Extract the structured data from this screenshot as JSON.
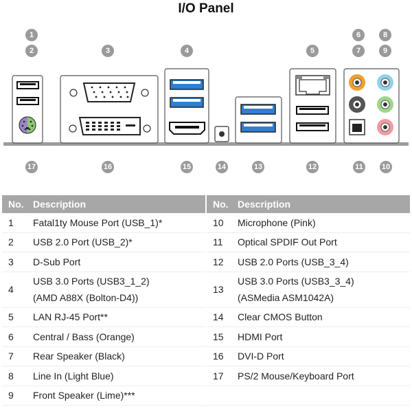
{
  "title": "I/O Panel",
  "table_headers": {
    "no": "No.",
    "description": "Description"
  },
  "left_rows": [
    {
      "no": "1",
      "lines": [
        "Fatal1ty Mouse Port (USB_1)*"
      ]
    },
    {
      "no": "2",
      "lines": [
        "USB 2.0 Port (USB_2)*"
      ]
    },
    {
      "no": "3",
      "lines": [
        "D-Sub Port"
      ]
    },
    {
      "no": "4",
      "lines": [
        "USB 3.0 Ports (USB3_1_2)",
        "(AMD A88X (Bolton-D4))"
      ]
    },
    {
      "no": "5",
      "lines": [
        "LAN RJ-45 Port**"
      ]
    },
    {
      "no": "6",
      "lines": [
        "Central / Bass (Orange)"
      ]
    },
    {
      "no": "7",
      "lines": [
        "Rear Speaker (Black)"
      ]
    },
    {
      "no": "8",
      "lines": [
        "Line In (Light Blue)"
      ]
    },
    {
      "no": "9",
      "lines": [
        "Front Speaker (Lime)***"
      ]
    }
  ],
  "right_rows": [
    {
      "no": "10",
      "lines": [
        "Microphone (Pink)"
      ]
    },
    {
      "no": "11",
      "lines": [
        "Optical SPDIF Out Port"
      ]
    },
    {
      "no": "12",
      "lines": [
        "USB 2.0 Ports (USB_3_4)"
      ]
    },
    {
      "no": "13",
      "lines": [
        "USB 3.0 Ports (USB3_3_4)",
        "(ASMedia ASM1042A)"
      ]
    },
    {
      "no": "14",
      "lines": [
        "Clear CMOS Button"
      ]
    },
    {
      "no": "15",
      "lines": [
        "HDMI Port"
      ]
    },
    {
      "no": "16",
      "lines": [
        "DVI-D Port"
      ]
    },
    {
      "no": "17",
      "lines": [
        "PS/2 Mouse/Keyboard Port"
      ]
    }
  ],
  "callouts": {
    "c1": "1",
    "c2": "2",
    "c3": "3",
    "c4": "4",
    "c5": "5",
    "c6": "6",
    "c7": "7",
    "c8": "8",
    "c9": "9",
    "c10": "10",
    "c11": "11",
    "c12": "12",
    "c13": "13",
    "c14": "14",
    "c15": "15",
    "c16": "16",
    "c17": "17"
  },
  "colors": {
    "usb3_blue": "#2f7fd1",
    "audio_orange": "#f0a030",
    "audio_light_blue": "#8fd3ea",
    "audio_lime": "#9fd68a",
    "audio_pink": "#f29aa3",
    "ps2_purple": "#9b86c7",
    "ps2_green": "#8cc870",
    "callout_gray": "#9a9a9a",
    "header_gray": "#a7a7a7"
  }
}
